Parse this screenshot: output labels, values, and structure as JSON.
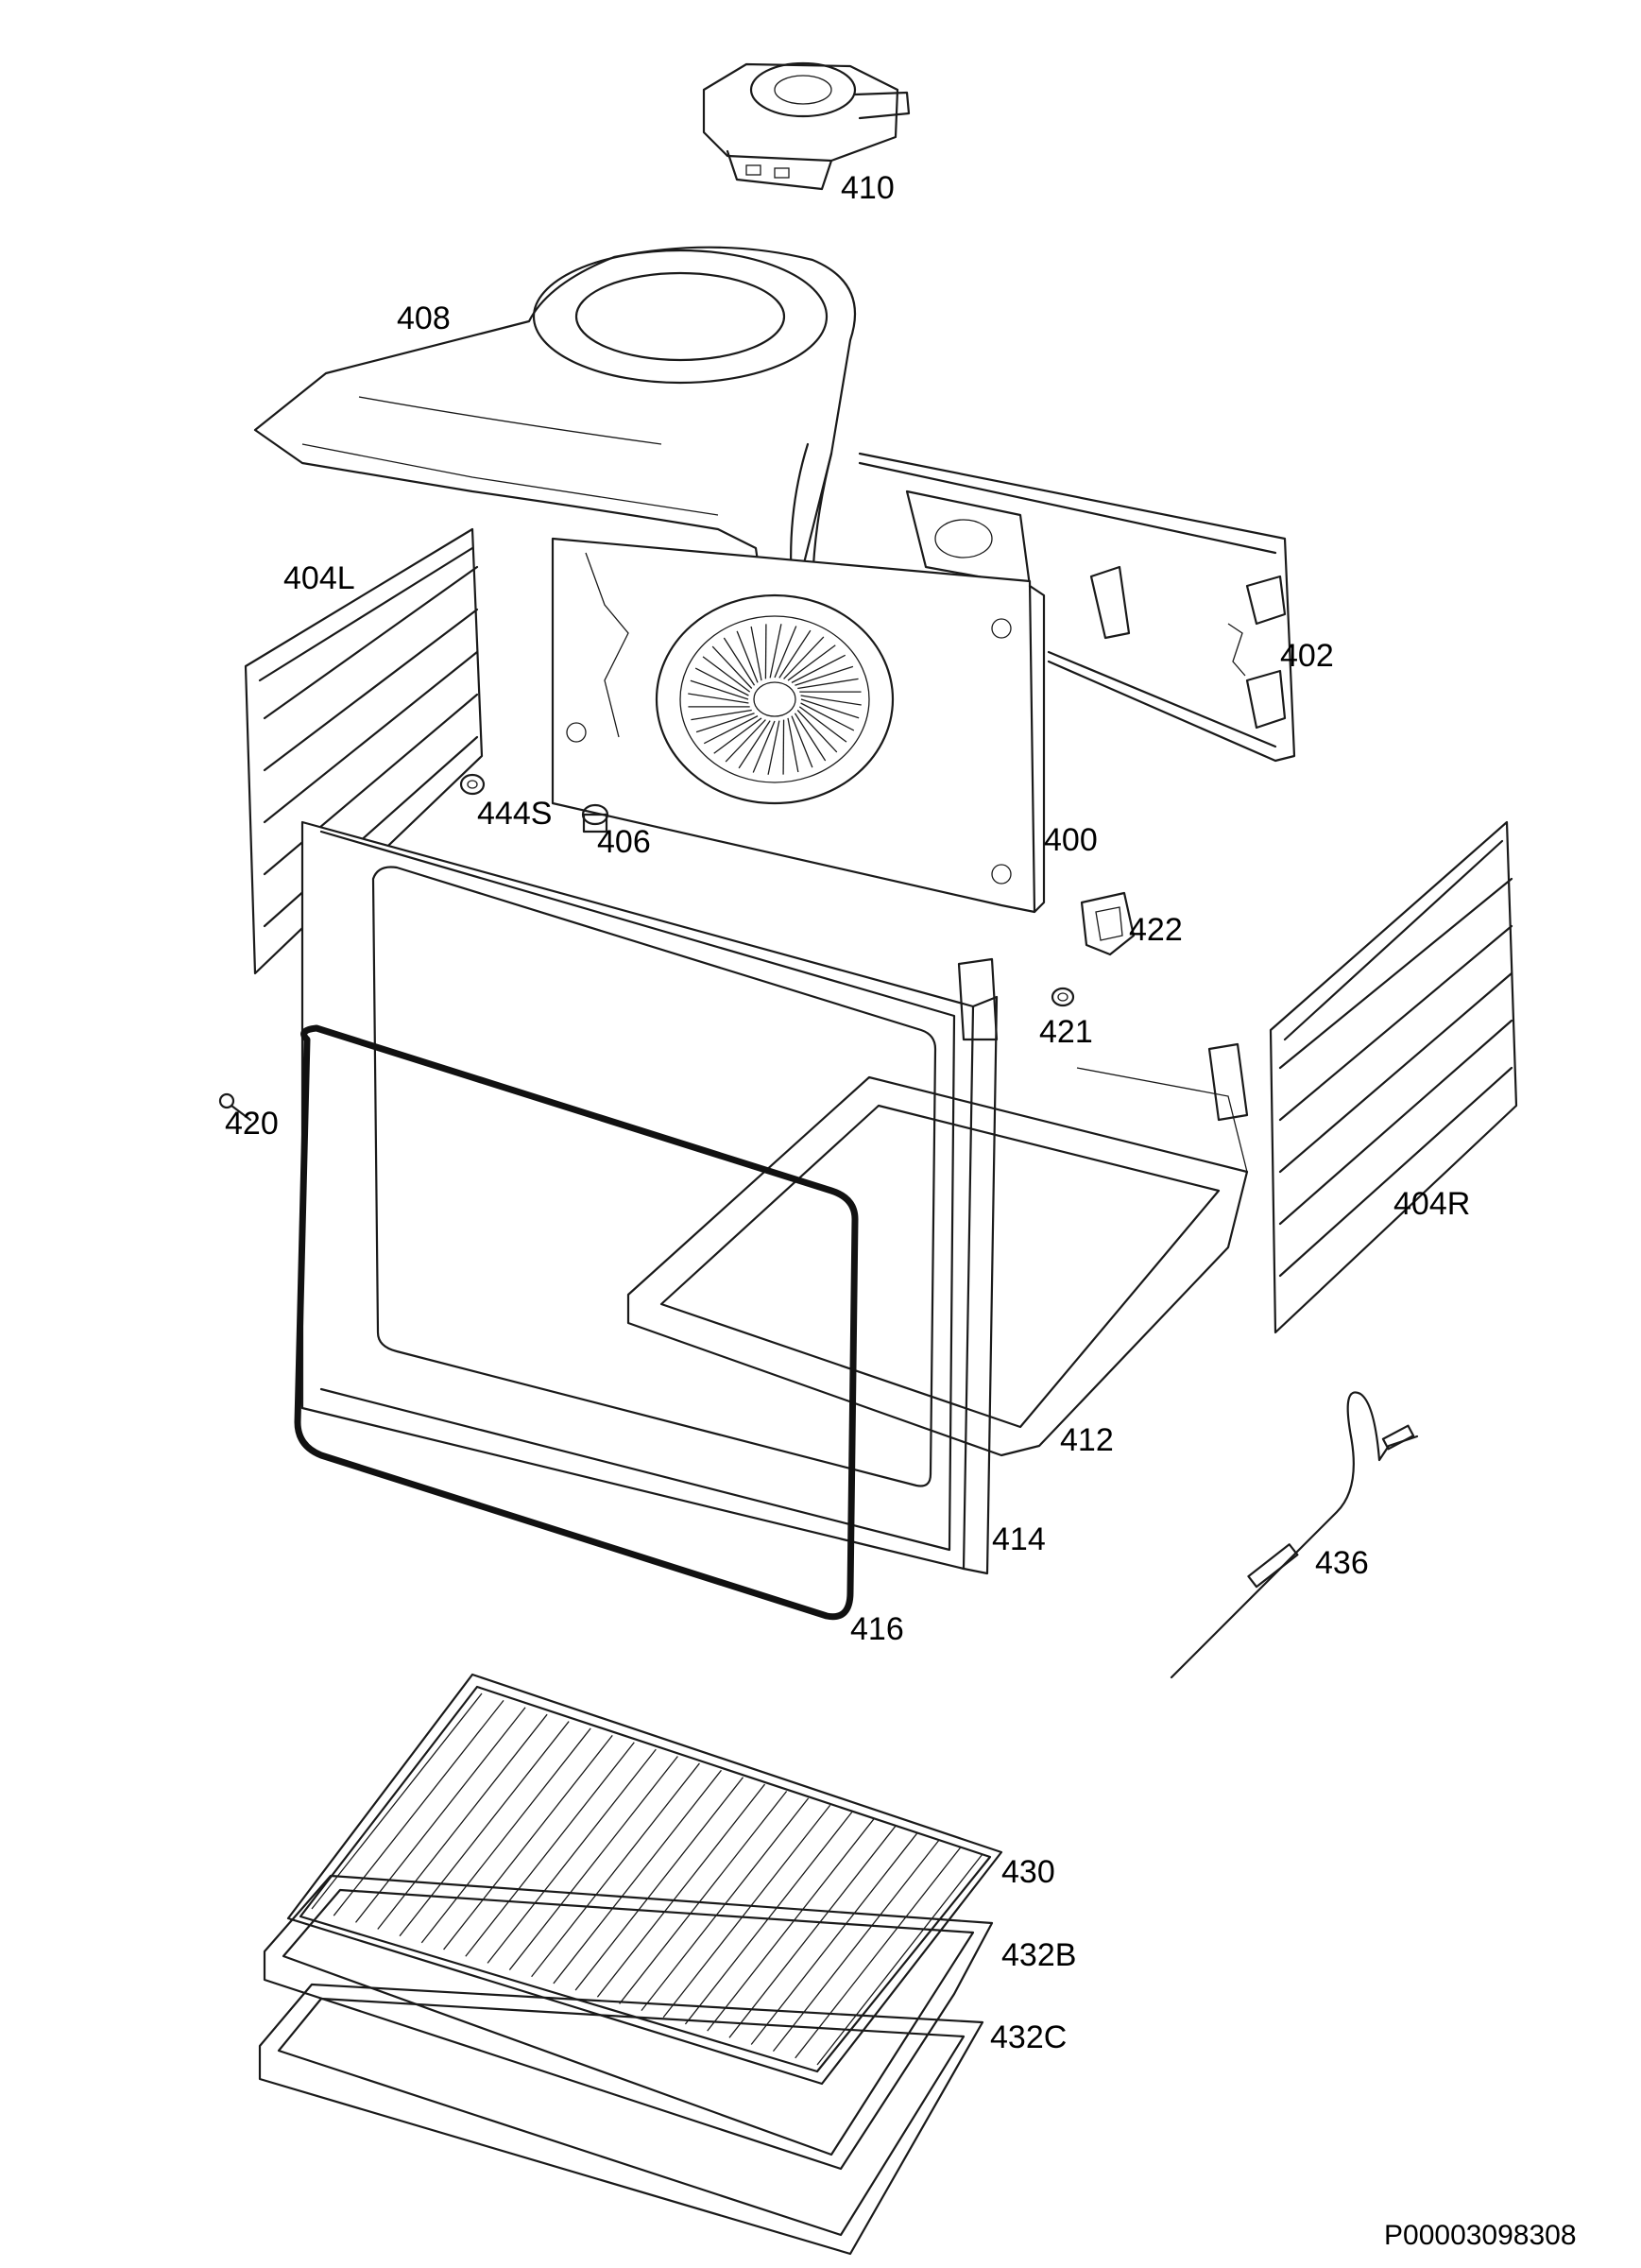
{
  "parts": [
    {
      "id": "410",
      "label": "410"
    },
    {
      "id": "408",
      "label": "408"
    },
    {
      "id": "402",
      "label": "402"
    },
    {
      "id": "404L",
      "label": "404L"
    },
    {
      "id": "444S",
      "label": "444S"
    },
    {
      "id": "406",
      "label": "406"
    },
    {
      "id": "400",
      "label": "400"
    },
    {
      "id": "422",
      "label": "422"
    },
    {
      "id": "421",
      "label": "421"
    },
    {
      "id": "420",
      "label": "420"
    },
    {
      "id": "404R",
      "label": "404R"
    },
    {
      "id": "412",
      "label": "412"
    },
    {
      "id": "414",
      "label": "414"
    },
    {
      "id": "436",
      "label": "436"
    },
    {
      "id": "416",
      "label": "416"
    },
    {
      "id": "430",
      "label": "430"
    },
    {
      "id": "432B",
      "label": "432B"
    },
    {
      "id": "432C",
      "label": "432C"
    }
  ],
  "diagram_code": "P00003098308"
}
